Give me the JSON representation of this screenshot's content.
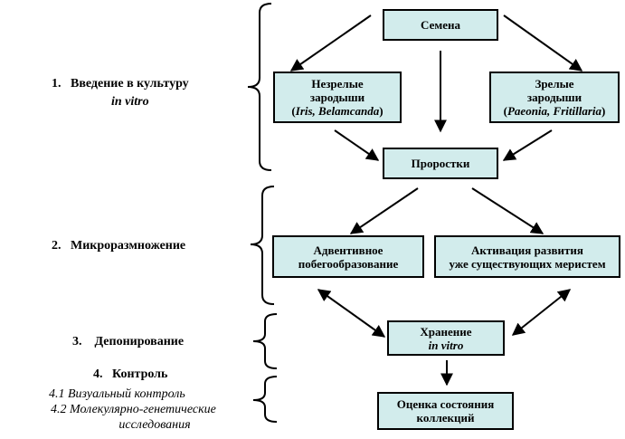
{
  "stages": [
    {
      "number": "1.",
      "title": "Введение в культуру",
      "subtitle": "in vitro"
    },
    {
      "number": "2.",
      "title": "Микроразмножение"
    },
    {
      "number": "3.",
      "title": "Депонирование"
    },
    {
      "number": "4.",
      "title": "Контроль",
      "items": [
        "4.1 Визуальный контроль",
        "4.2 Молекулярно-генетические",
        "исследования"
      ]
    }
  ],
  "boxes": {
    "seeds": "Семена",
    "immature": {
      "line1": "Незрелые",
      "line2": "зародыши",
      "paren_open": "(",
      "species": "Iris, Belamcanda",
      "paren_close": ")"
    },
    "mature": {
      "line1": "Зрелые",
      "line2": "зародыши",
      "paren_open": "(",
      "species": "Paeonia, Fritillaria",
      "paren_close": ")"
    },
    "sprouts": "Проростки",
    "adventive": {
      "line1": "Адвентивное",
      "line2": "побегообразование"
    },
    "activation": {
      "line1": "Активация развития",
      "line2": "уже существующих меристем"
    },
    "storage": {
      "line1": "Хранение",
      "line2": "in vitro"
    },
    "assessment": {
      "line1": "Оценка состояния",
      "line2": "коллекций"
    }
  },
  "colors": {
    "box_fill": "#d2ecec",
    "border": "#000000"
  }
}
